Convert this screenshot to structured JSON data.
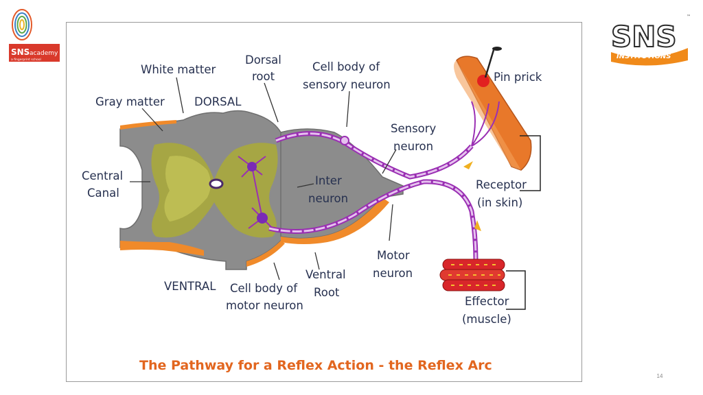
{
  "logos": {
    "left": {
      "brand": "SNS",
      "word": "academy",
      "tagline": "a fingerprint school"
    },
    "right": {
      "brand": "SNS",
      "word": "INSTITUTIONS"
    }
  },
  "diagram": {
    "labels": {
      "white_matter": "White matter",
      "gray_matter": "Gray matter",
      "dorsal": "DORSAL",
      "dorsal_root_1": "Dorsal",
      "dorsal_root_2": "root",
      "cell_body_sensory_1": "Cell body of",
      "cell_body_sensory_2": "sensory neuron",
      "sensory_neuron_1": "Sensory",
      "sensory_neuron_2": "neuron",
      "pin_prick": "Pin prick",
      "central_canal_1": "Central",
      "central_canal_2": "Canal",
      "inter_neuron_1": "Inter",
      "inter_neuron_2": "neuron",
      "receptor_1": "Receptor",
      "receptor_2": "(in skin)",
      "motor_neuron_1": "Motor",
      "motor_neuron_2": "neuron",
      "ventral": "VENTRAL",
      "cell_body_motor_1": "Cell body of",
      "cell_body_motor_2": "motor neuron",
      "ventral_root_1": "Ventral",
      "ventral_root_2": "Root",
      "effector_1": "Effector",
      "effector_2": "(muscle)"
    },
    "caption": "The Pathway for a Reflex Action - the Reflex Arc"
  },
  "page_number": "14",
  "colors": {
    "gray_matter": "#9a9a9a",
    "inner_matter": "#a8a83c",
    "neuron": "#9a2fb3",
    "skin": "#e8782a",
    "muscle": "#d8262a",
    "label": "#26304f",
    "caption": "#e2661f"
  }
}
